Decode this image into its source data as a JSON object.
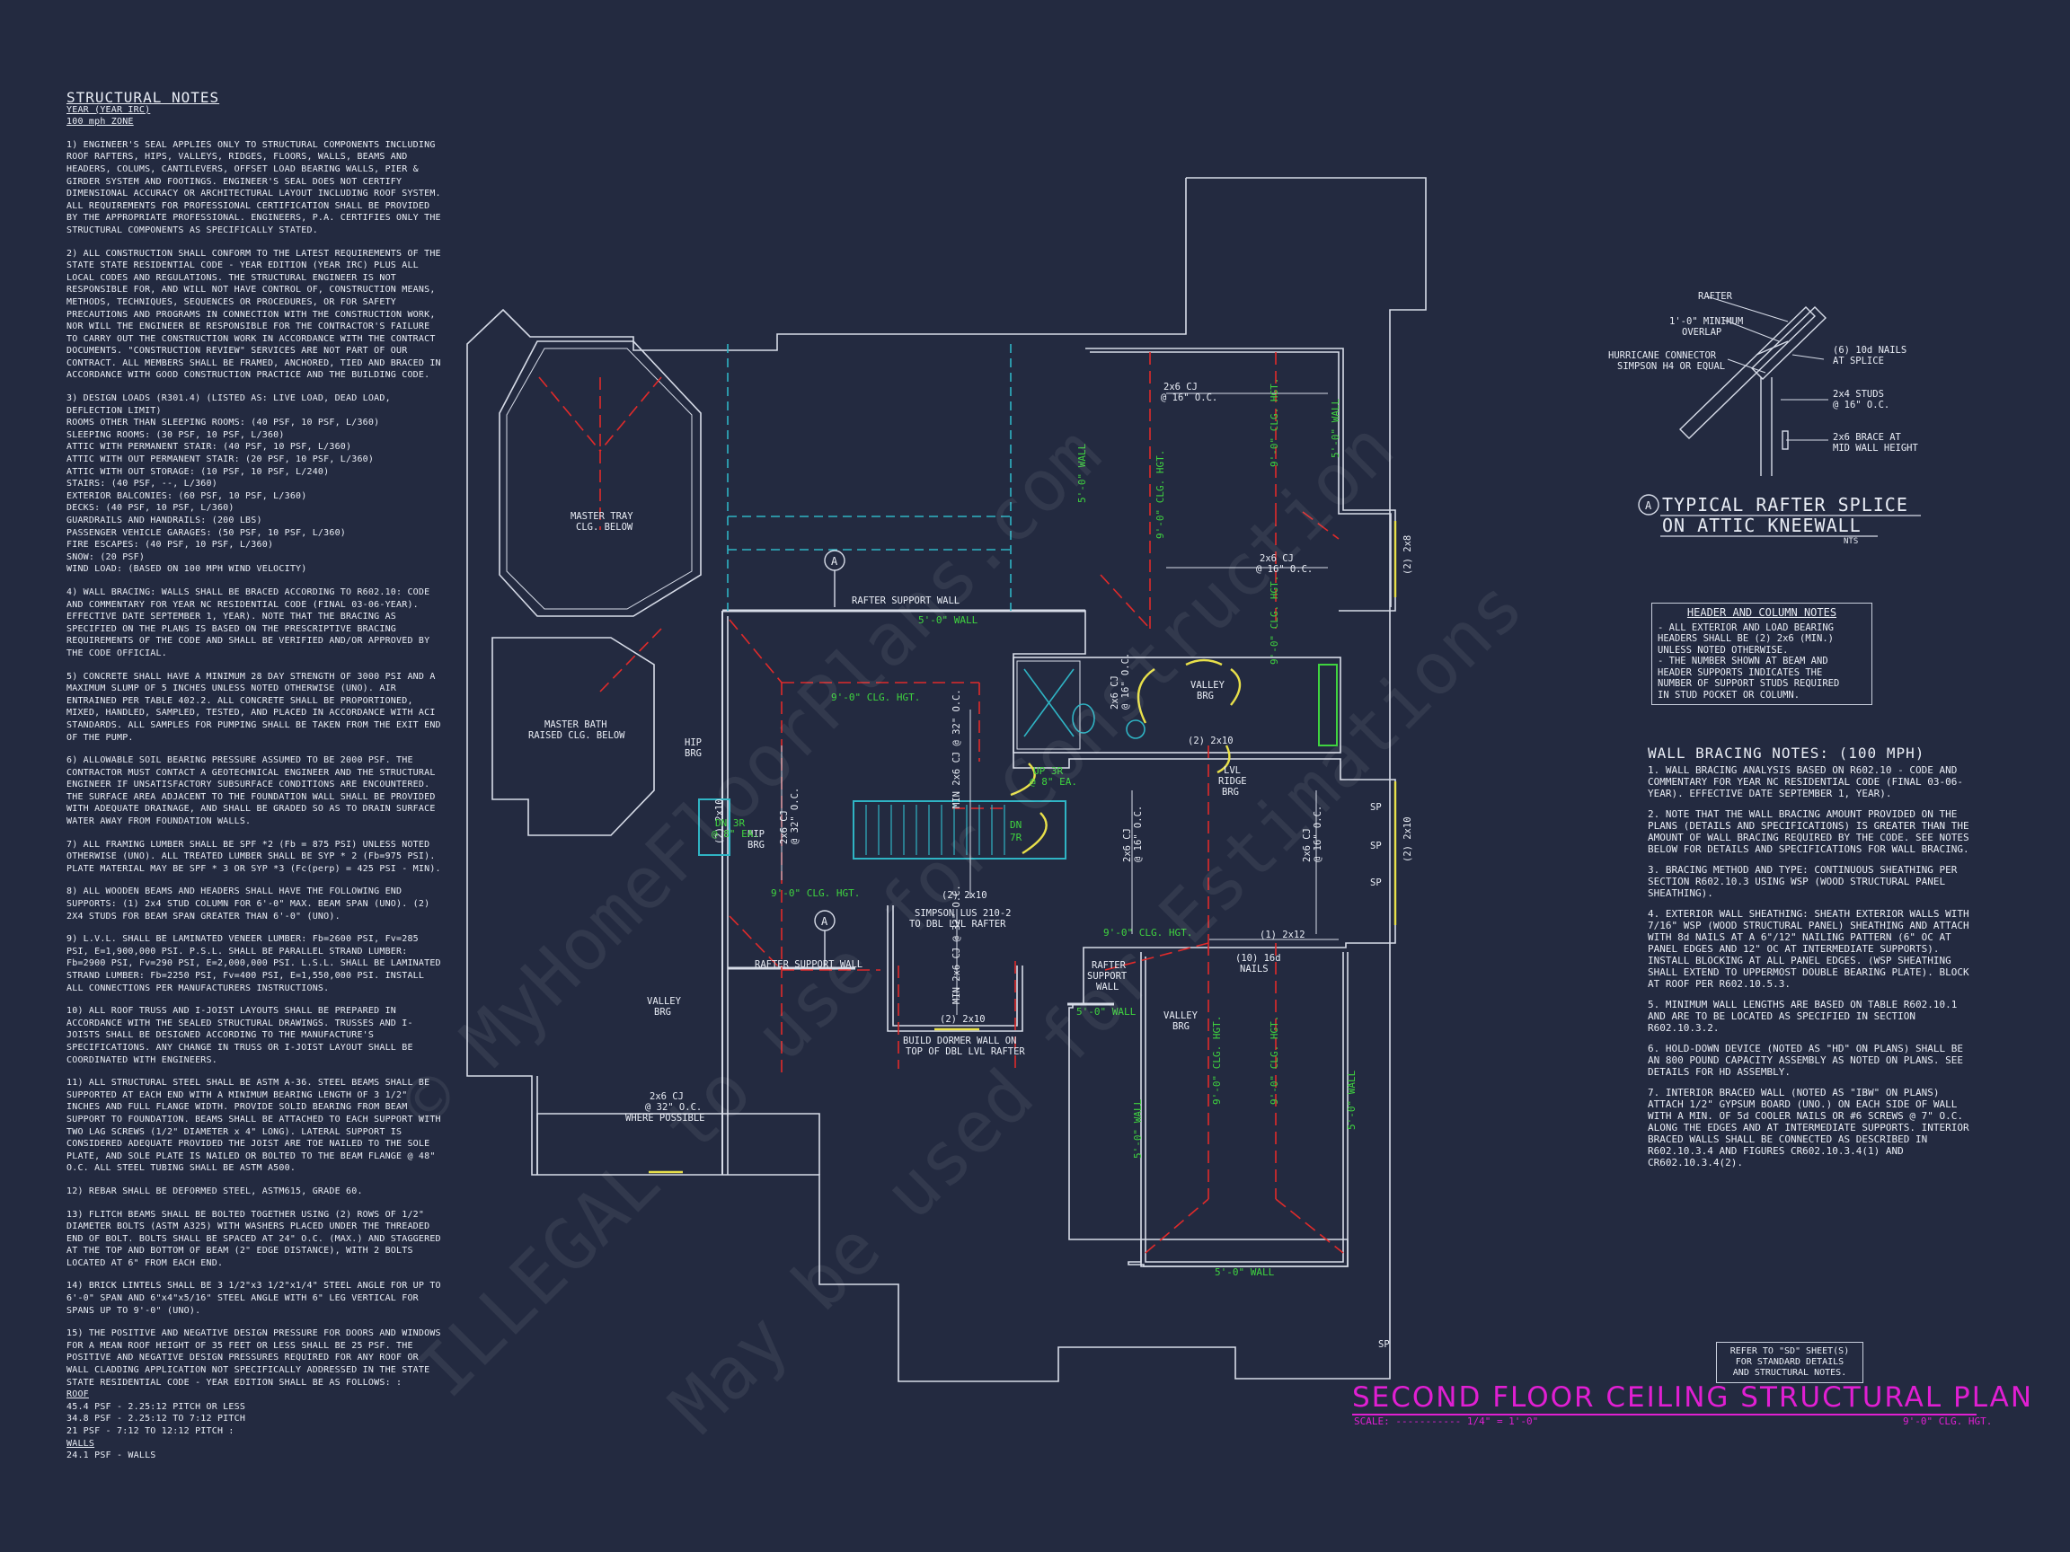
{
  "notes": {
    "title": "STRUCTURAL NOTES",
    "subtitle1": "YEAR (YEAR IRC)",
    "subtitle2": "100 mph ZONE",
    "paragraphs": [
      "1) ENGINEER'S SEAL APPLIES ONLY TO STRUCTURAL COMPONENTS INCLUDING ROOF RAFTERS, HIPS, VALLEYS, RIDGES, FLOORS, WALLS, BEAMS AND HEADERS, COLUMS, CANTILEVERS, OFFSET LOAD BEARING WALLS, PIER & GIRDER SYSTEM AND FOOTINGS. ENGINEER'S SEAL DOES NOT CERTIFY DIMENSIONAL ACCURACY OR ARCHITECTURAL LAYOUT INCLUDING ROOF SYSTEM. ALL REQUIREMENTS FOR PROFESSIONAL CERTIFICATION SHALL BE PROVIDED BY THE APPROPRIATE PROFESSIONAL. ENGINEERS, P.A. CERTIFIES ONLY THE STRUCTURAL COMPONENTS AS SPECIFICALLY STATED.",
      "2) ALL CONSTRUCTION SHALL CONFORM TO THE LATEST REQUIREMENTS OF THE STATE STATE RESIDENTIAL CODE - YEAR EDITION (YEAR IRC) PLUS ALL LOCAL CODES AND REGULATIONS. THE STRUCTURAL ENGINEER IS NOT RESPONSIBLE FOR, AND WILL NOT HAVE CONTROL OF, CONSTRUCTION MEANS, METHODS, TECHNIQUES, SEQUENCES OR PROCEDURES, OR FOR SAFETY PRECAUTIONS AND PROGRAMS IN CONNECTION WITH THE CONSTRUCTION WORK, NOR WILL THE ENGINEER BE RESPONSIBLE FOR THE CONTRACTOR'S FAILURE TO CARRY OUT THE CONSTRUCTION WORK IN ACCORDANCE WITH THE CONTRACT DOCUMENTS. \"CONSTRUCTION REVIEW\" SERVICES ARE NOT PART OF OUR CONTRACT. ALL MEMBERS SHALL BE FRAMED, ANCHORED, TIED AND BRACED IN ACCORDANCE WITH GOOD CONSTRUCTION PRACTICE AND THE BUILDING CODE."
    ],
    "loads_intro": "3) DESIGN LOADS (R301.4) (LISTED AS: LIVE LOAD, DEAD LOAD, DEFLECTION LIMIT)",
    "loads": [
      "ROOMS OTHER THAN SLEEPING ROOMS: (40 PSF, 10 PSF, L/360)",
      "SLEEPING ROOMS: (30 PSF, 10 PSF, L/360)",
      "ATTIC WITH PERMANENT STAIR: (40 PSF, 10 PSF, L/360)",
      "ATTIC WITH OUT PERMANENT STAIR: (20 PSF, 10 PSF, L/360)",
      "ATTIC WITH OUT STORAGE: (10 PSF, 10 PSF, L/240)",
      "STAIRS: (40 PSF, --, L/360)",
      "EXTERIOR BALCONIES: (60 PSF, 10 PSF, L/360)",
      "DECKS: (40 PSF, 10 PSF, L/360)",
      "GUARDRAILS AND HANDRAILS: (200 LBS)",
      "PASSENGER VEHICLE GARAGES: (50 PSF, 10 PSF, L/360)",
      "FIRE ESCAPES: (40 PSF, 10 PSF, L/360)",
      "SNOW: (20 PSF)",
      "WIND LOAD: (BASED ON 100 MPH WIND VELOCITY)"
    ],
    "paragraphs2": [
      "4) WALL BRACING: WALLS SHALL BE BRACED ACCORDING TO R602.10: CODE AND COMMENTARY FOR YEAR NC RESIDENTIAL CODE (FINAL 03-06-YEAR). EFFECTIVE DATE SEPTEMBER 1, YEAR). NOTE THAT THE BRACING AS SPECIFIED ON THE PLANS IS BASED ON THE PRESCRIPTIVE BRACING REQUIREMENTS OF THE CODE AND SHALL BE VERIFIED AND/OR APPROVED BY THE CODE OFFICIAL.",
      "5) CONCRETE SHALL HAVE A MINIMUM 28 DAY STRENGTH OF 3000 PSI AND A MAXIMUM SLUMP OF 5 INCHES UNLESS NOTED OTHERWISE (UNO). AIR ENTRAINED PER TABLE 402.2. ALL CONCRETE SHALL BE PROPORTIONED, MIXED, HANDLED, SAMPLED, TESTED, AND PLACED IN ACCORDANCE WITH ACI STANDARDS. ALL SAMPLES FOR PUMPING SHALL BE TAKEN FROM THE EXIT END OF THE PUMP.",
      "6) ALLOWABLE SOIL BEARING PRESSURE ASSUMED TO BE 2000 PSF. THE CONTRACTOR MUST CONTACT A GEOTECHNICAL ENGINEER AND THE STRUCTURAL ENGINEER IF UNSATISFACTORY SUBSURFACE CONDITIONS ARE ENCOUNTERED. THE SURFACE AREA ADJACENT TO THE FOUNDATION WALL SHALL BE PROVIDED WITH ADEQUATE DRAINAGE, AND SHALL BE GRADED SO AS TO DRAIN SURFACE WATER AWAY FROM FOUNDATION WALLS.",
      "7) ALL FRAMING LUMBER SHALL BE SPF *2 (Fb = 875 PSI) UNLESS NOTED OTHERWISE (UNO). ALL TREATED LUMBER SHALL BE SYP * 2 (Fb=975 PSI). PLATE MATERIAL MAY BE SPF * 3 OR SYP *3 (Fc(perp) = 425 PSI - MIN).",
      "8) ALL WOODEN BEAMS AND HEADERS SHALL HAVE THE FOLLOWING END SUPPORTS: (1) 2x4 STUD COLUMN FOR 6'-0\" MAX. BEAM SPAN (UNO). (2) 2X4 STUDS FOR BEAM SPAN GREATER THAN 6'-0\" (UNO).",
      "9) L.V.L. SHALL BE LAMINATED VENEER LUMBER: Fb=2600 PSI, Fv=285 PSI, E=1,900,000 PSI. P.S.L. SHALL BE PARALLEL STRAND LUMBER: Fb=2900 PSI, Fv=290 PSI, E=2,000,000 PSI. L.S.L. SHALL BE LAMINATED STRAND LUMBER: Fb=2250 PSI, Fv=400 PSI, E=1,550,000 PSI. INSTALL ALL CONNECTIONS PER MANUFACTURERS INSTRUCTIONS.",
      "10) ALL ROOF TRUSS AND I-JOIST LAYOUTS SHALL BE PREPARED IN ACCORDANCE WITH THE SEALED STRUCTURAL DRAWINGS. TRUSSES AND I-JOISTS SHALL BE DESIGNED ACCORDING TO THE MANUFACTURE'S SPECIFICATIONS. ANY CHANGE IN TRUSS OR I-JOIST LAYOUT SHALL BE COORDINATED WITH ENGINEERS.",
      "11) ALL STRUCTURAL STEEL SHALL BE ASTM A-36. STEEL BEAMS SHALL BE SUPPORTED AT EACH END WITH A MINIMUM BEARING LENGTH OF 3 1/2\" INCHES AND FULL FLANGE WIDTH. PROVIDE SOLID BEARING FROM BEAM SUPPORT TO FOUNDATION. BEAMS SHALL BE ATTACHED TO EACH SUPPORT WITH TWO LAG SCREWS (1/2\" DIAMETER x 4\" LONG). LATERAL SUPPORT IS CONSIDERED ADEQUATE PROVIDED THE JOIST ARE TOE NAILED TO THE SOLE PLATE, AND SOLE PLATE IS NAILED OR BOLTED TO THE BEAM FLANGE @ 48\" O.C. ALL STEEL TUBING SHALL BE ASTM A500.",
      "12) REBAR SHALL BE DEFORMED STEEL, ASTM615, GRADE 60.",
      "13) FLITCH BEAMS SHALL BE BOLTED TOGETHER USING (2) ROWS OF 1/2\" DIAMETER BOLTS (ASTM A325) WITH WASHERS PLACED UNDER THE THREADED END OF BOLT. BOLTS SHALL BE SPACED AT 24\" O.C. (MAX.) AND STAGGERED AT THE TOP AND BOTTOM OF BEAM (2\" EDGE DISTANCE), WITH 2 BOLTS LOCATED AT 6\" FROM EACH END.",
      "14) BRICK LINTELS SHALL BE 3 1/2\"x3 1/2\"x1/4\" STEEL ANGLE FOR UP TO 6'-0\" SPAN AND 6\"x4\"x5/16\" STEEL ANGLE WITH 6\" LEG VERTICAL FOR SPANS UP TO 9'-0\" (UNO).",
      "15) THE POSITIVE AND NEGATIVE DESIGN PRESSURE FOR DOORS AND WINDOWS FOR A MEAN ROOF HEIGHT OF 35 FEET OR LESS SHALL BE 25 PSF. THE POSITIVE AND NEGATIVE DESIGN PRESSURES REQUIRED FOR ANY ROOF OR WALL CLADDING APPLICATION NOT SPECIFICALLY ADDRESSED IN THE STATE STATE RESIDENTIAL CODE - YEAR EDITION SHALL BE AS FOLLOWS: :"
    ],
    "roof_head": "ROOF",
    "roof": [
      "45.4 PSF - 2.25:12 PITCH OR LESS",
      "34.8 PSF - 2.25:12 TO 7:12 PITCH",
      "21 PSF - 7:12 TO 12:12 PITCH :"
    ],
    "walls_head": "WALLS",
    "walls": "24.1 PSF - WALLS"
  },
  "plan_labels": {
    "master_tray": [
      "MASTER TRAY",
      "CLG. BELOW"
    ],
    "master_bath": [
      "MASTER BATH",
      "RAISED CLG. BELOW"
    ],
    "rafter_support_wall": "RAFTER SUPPORT WALL",
    "five_wall": "5'-0\" WALL",
    "nine_clg": "9'-0\" CLG. HGT.",
    "cj16": [
      "2x6 CJ",
      "@ 16\" O.C."
    ],
    "cj32": [
      "2x6 CJ",
      "@ 32\" O.C."
    ],
    "hip_brg": [
      "HIP",
      "BRG"
    ],
    "valley_brg": [
      "VALLEY",
      "BRG"
    ],
    "lvl_ridge": [
      "LVL",
      "RIDGE",
      "BRG"
    ],
    "min_2x6": "MIN 2x6 CJ @ 32\" O.C.",
    "up3r": [
      "UP 3R",
      "@ 8\" EA."
    ],
    "dn3r": [
      "DN 3R",
      "@ 8\" EA."
    ],
    "dn": "DN",
    "tr": "7R",
    "simpson": [
      "SIMPSON LUS 210-2",
      "TO DBL LVL RAFTER"
    ],
    "dormer": [
      "BUILD DORMER WALL ON",
      "TOP OF DBL LVL RAFTER"
    ],
    "rafter_support": [
      "RAFTER",
      "SUPPORT",
      "WALL"
    ],
    "where_possible": "WHERE POSSIBLE",
    "nails": [
      "(10) 16d",
      "NAILS"
    ],
    "two_2x10": "(2) 2x10",
    "two_2x12": "(1) 2x12",
    "two_2x8": "(2) 2x8",
    "sp": "SP",
    "a": "A"
  },
  "detail": {
    "rafter": "RAFTER",
    "overlap": [
      "1'-0\" MINIMUM",
      "OVERLAP"
    ],
    "hurricane": [
      "HURRICANE CONNECTOR",
      "SIMPSON H4 OR EQUAL"
    ],
    "nails": [
      "(6) 10d NAILS",
      "AT SPLICE"
    ],
    "studs": [
      "2x4 STUDS",
      "@ 16\" O.C."
    ],
    "brace": [
      "2x6 BRACE AT",
      "MID WALL HEIGHT"
    ],
    "title1": "TYPICAL RAFTER SPLICE",
    "title2": "ON ATTIC KNEEWALL",
    "nts": "NTS",
    "tag": "A"
  },
  "header_notes": {
    "title": "HEADER AND COLUMN NOTES",
    "lines": [
      "- ALL EXTERIOR AND LOAD BEARING",
      "HEADERS SHALL BE (2) 2x6 (MIN.)",
      "UNLESS NOTED OTHERWISE.",
      "- THE NUMBER SHOWN AT BEAM AND",
      "HEADER SUPPORTS INDICATES THE",
      "NUMBER OF SUPPORT STUDS REQUIRED",
      "IN STUD POCKET OR COLUMN."
    ]
  },
  "bracing": {
    "title": "WALL BRACING NOTES: (100 MPH)",
    "items": [
      "1. WALL BRACING ANALYSIS BASED ON R602.10 - CODE AND COMMENTARY FOR YEAR NC RESIDENTIAL CODE (FINAL 03-06-YEAR). EFFECTIVE DATE SEPTEMBER 1, YEAR).",
      "2. NOTE THAT THE WALL BRACING AMOUNT PROVIDED ON THE PLANS (DETAILS AND SPECIFICATIONS) IS GREATER THAN THE AMOUNT OF WALL BRACING REQUIRED BY THE CODE. SEE NOTES BELOW FOR DETAILS AND SPECIFICATIONS FOR WALL BRACING.",
      "3. BRACING METHOD AND TYPE: CONTINUOUS SHEATHING PER SECTION R602.10.3 USING WSP (WOOD STRUCTURAL PANEL SHEATHING).",
      "4. EXTERIOR WALL SHEATHING: SHEATH EXTERIOR WALLS WITH 7/16\" WSP (WOOD STRUCTURAL PANEL) SHEATHING AND ATTACH WITH 8d NAILS AT A 6\"/12\" NAILING PATTERN (6\" OC AT PANEL EDGES AND 12\" OC AT INTERMEDIATE SUPPORTS). INSTALL BLOCKING AT ALL PANEL EDGES. (WSP SHEATHING SHALL EXTEND TO UPPERMOST DOUBLE BEARING PLATE). BLOCK AT ROOF PER R602.10.5.3.",
      "5. MINIMUM WALL LENGTHS ARE BASED ON TABLE R602.10.1 AND ARE TO BE LOCATED AS SPECIFIED IN SECTION R602.10.3.2.",
      "6. HOLD-DOWN DEVICE (NOTED AS \"HD\" ON PLANS) SHALL BE AN 800 POUND CAPACITY ASSEMBLY AS NOTED ON PLANS. SEE DETAILS FOR HD ASSEMBLY.",
      "7. INTERIOR BRACED WALL (NOTED AS \"IBW\" ON PLANS) ATTACH 1/2\" GYPSUM BOARD (UNO.) ON EACH SIDE OF WALL WITH A MIN. OF 5d COOLER NAILS OR #6 SCREWS @ 7\" O.C. ALONG THE EDGES AND AT INTERMEDIATE SUPPORTS. INTERIOR BRACED WALLS SHALL BE CONNECTED AS DESCRIBED IN R602.10.3.4 AND FIGURES CR602.10.3.4(1) AND CR602.10.3.4(2)."
    ]
  },
  "refer": [
    "REFER TO \"SD\" SHEET(S)",
    "FOR STANDARD DETAILS",
    "AND STRUCTURAL NOTES."
  ],
  "sheet": {
    "title": "SECOND FLOOR CEILING STRUCTURAL PLAN",
    "scale": "SCALE: ----------- 1/4\" = 1'-0\"",
    "clg": "9'-0\" CLG. HGT."
  },
  "watermark": [
    "© MyHomeFloorPlans.com",
    "ILLEGAL to use for Construction",
    "May be used for Estimations"
  ],
  "colors": {
    "background": "#232a40",
    "line": "#d7dce8",
    "red_dash": "#e02a2a",
    "green": "#3fd43f",
    "cyan": "#2fb4c4",
    "magenta": "#e01fd2",
    "yellow": "#e8e04a"
  }
}
